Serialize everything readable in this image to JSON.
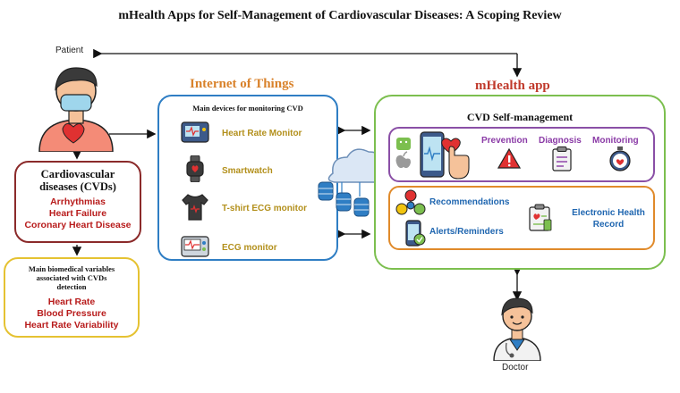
{
  "title": "mHealth Apps for Self-Management of Cardiovascular Diseases: A Scoping Review",
  "patient": {
    "label": "Patient"
  },
  "doctor": {
    "label": "Doctor"
  },
  "cvd": {
    "title_line1": "Cardiovascular",
    "title_line2": "diseases (CVDs)",
    "items": [
      "Arrhythmias",
      "Heart Failure",
      "Coronary Heart Disease"
    ]
  },
  "biomedical": {
    "title_line1": "Main biomedical variables",
    "title_line2": "associated with CVDs",
    "title_line3": "detection",
    "items": [
      "Heart Rate",
      "Blood Pressure",
      "Heart Rate Variability"
    ]
  },
  "iot": {
    "title": "Internet of Things",
    "subtitle": "Main devices for monitoring CVD",
    "devices": [
      "Heart Rate Monitor",
      "Smartwatch",
      "T-shirt ECG monitor",
      "ECG monitor"
    ]
  },
  "app": {
    "title": "mHealth app",
    "subtitle": "CVD Self-management",
    "features": [
      "Prevention",
      "Diagnosis",
      "Monitoring"
    ],
    "features2": [
      "Recommendations",
      "Alerts/Reminders",
      "Electronic Health",
      "Record"
    ]
  },
  "colors": {
    "iot_title": "#d9822b",
    "app_title": "#c0392b",
    "iot_border": "#2f7ec4",
    "app_border": "#7cbf4f",
    "cvd_border": "#8b2a2a",
    "bio_border": "#e5c232",
    "feature_purple": "#8a3aa6",
    "feature_blue": "#1f66b0",
    "device_label": "#b3901c"
  }
}
